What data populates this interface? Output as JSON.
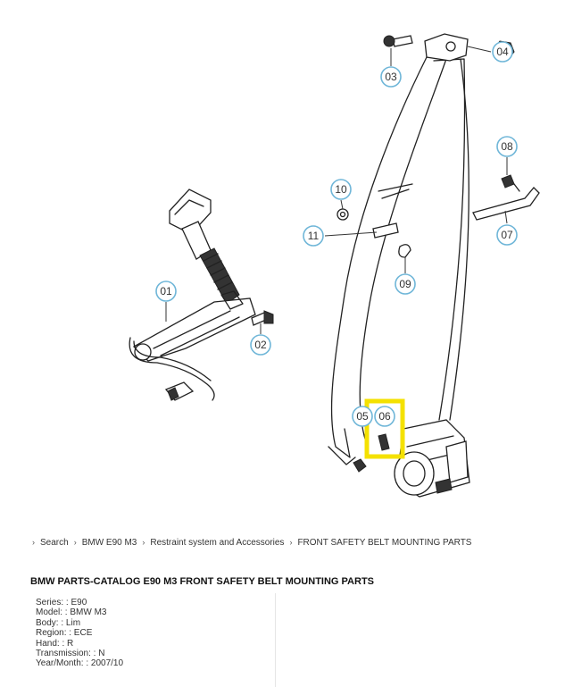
{
  "diagram": {
    "callouts": [
      "01",
      "02",
      "03",
      "04",
      "05",
      "06",
      "07",
      "08",
      "09",
      "10",
      "11"
    ],
    "highlight_color": "#f4e100",
    "callout_color": "#6fb6d8"
  },
  "breadcrumb": {
    "items": [
      "Search",
      "BMW E90 M3",
      "Restraint system and Accessories",
      "FRONT SAFETY BELT MOUNTING PARTS"
    ],
    "separator": "›"
  },
  "title": "BMW PARTS-CATALOG E90 M3 FRONT SAFETY BELT MOUNTING PARTS",
  "details": [
    {
      "label": "Series:",
      "value": ": E90"
    },
    {
      "label": "Model:",
      "value": ": BMW M3"
    },
    {
      "label": "Body:",
      "value": ": Lim"
    },
    {
      "label": "Region:",
      "value": ": ECE"
    },
    {
      "label": "Hand:",
      "value": ": R"
    },
    {
      "label": "Transmission:",
      "value": ": N"
    },
    {
      "label": "Year/Month:",
      "value": ": 2007/10"
    }
  ]
}
